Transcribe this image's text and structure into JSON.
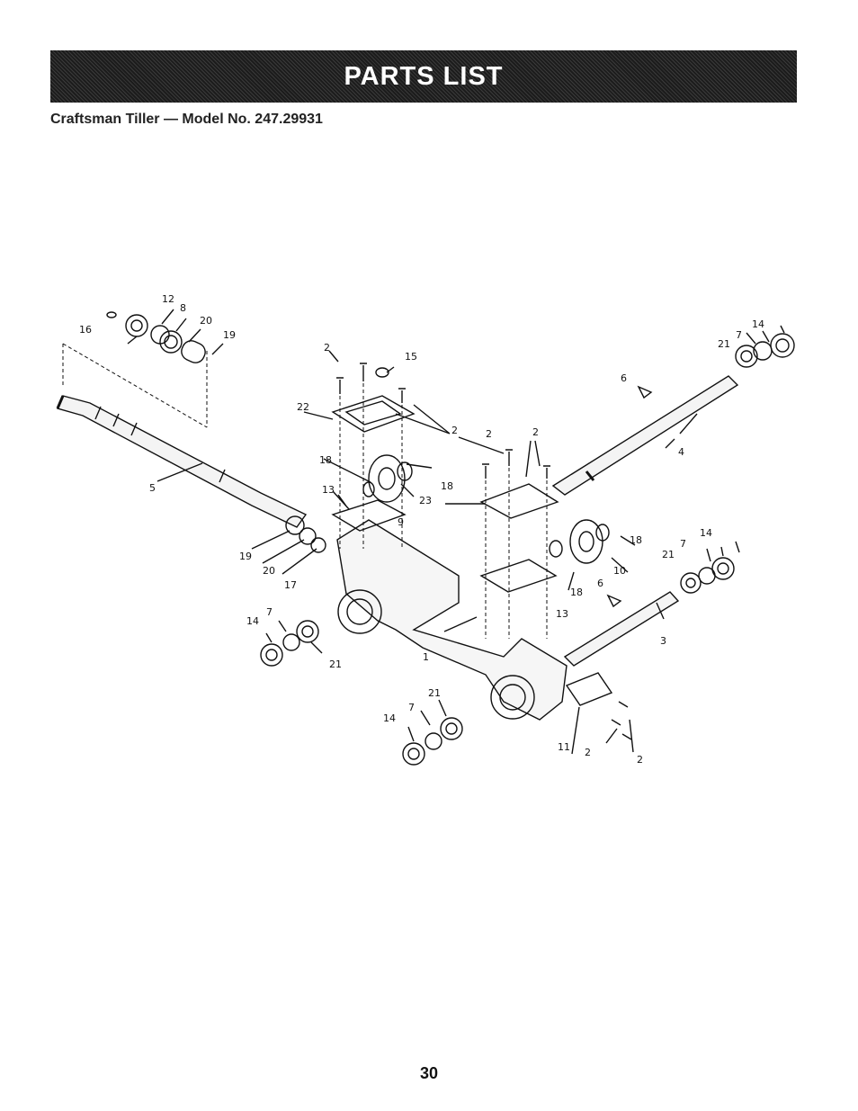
{
  "header": {
    "banner_title": "PARTS LIST",
    "subtitle": "Craftsman Tiller — Model No. 247.29931"
  },
  "diagram": {
    "callouts": [
      "1",
      "2",
      "2",
      "2",
      "2",
      "2",
      "2",
      "3",
      "4",
      "5",
      "6",
      "6",
      "7",
      "7",
      "7",
      "7",
      "8",
      "9",
      "10",
      "11",
      "12",
      "13",
      "13",
      "14",
      "14",
      "14",
      "14",
      "15",
      "16",
      "17",
      "18",
      "18",
      "18",
      "18",
      "19",
      "19",
      "20",
      "20",
      "21",
      "21",
      "21",
      "21",
      "22",
      "23"
    ]
  },
  "footer": {
    "page_number": "30"
  }
}
